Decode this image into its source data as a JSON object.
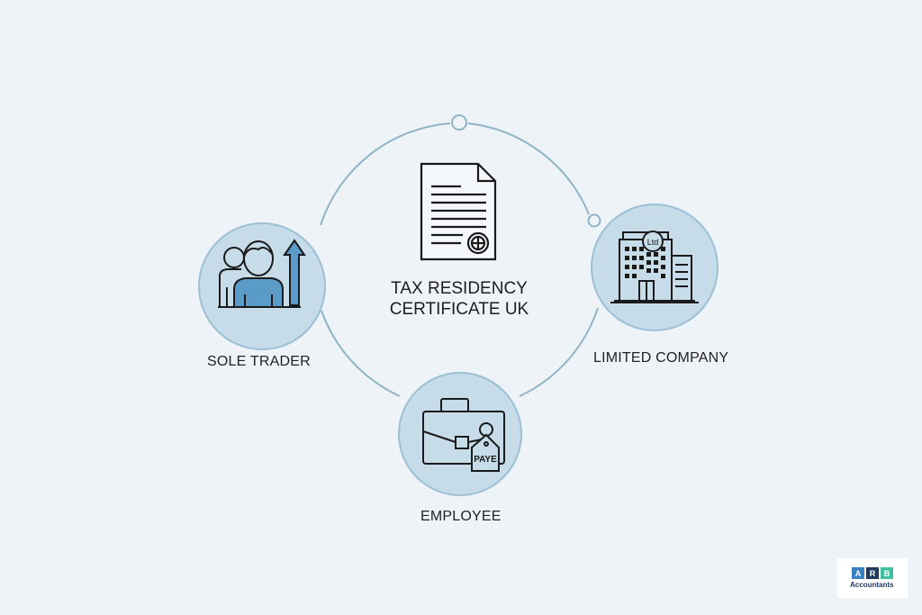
{
  "diagram": {
    "center": {
      "icon": "certificate-document-icon",
      "title_line1": "TAX RESIDENCY",
      "title_line2": "CERTIFICATE UK"
    },
    "nodes": [
      {
        "id": "sole-trader",
        "label": "SOLE TRADER",
        "icon": "person-growth-arrow-icon"
      },
      {
        "id": "limited-company",
        "label": "LIMITED COMPANY",
        "icon": "office-building-ltd-icon",
        "badge": "Ltd"
      },
      {
        "id": "employee",
        "label": "EMPLOYEE",
        "icon": "briefcase-paye-tag-icon",
        "tag": "PAYE"
      }
    ]
  },
  "colors": {
    "background": "#eef3f8",
    "ring": "#8fb4c8",
    "node_fill": "#c6dce8",
    "node_border": "#9cc0d6",
    "accent_blue": "#5b9bc8",
    "icon_stroke": "#1a1a1a"
  },
  "logo": {
    "letters": [
      "A",
      "R",
      "B"
    ],
    "letter_colors": [
      "#3a7fc0",
      "#1f3a5a",
      "#3cc0a0"
    ],
    "text": "Accountants"
  }
}
